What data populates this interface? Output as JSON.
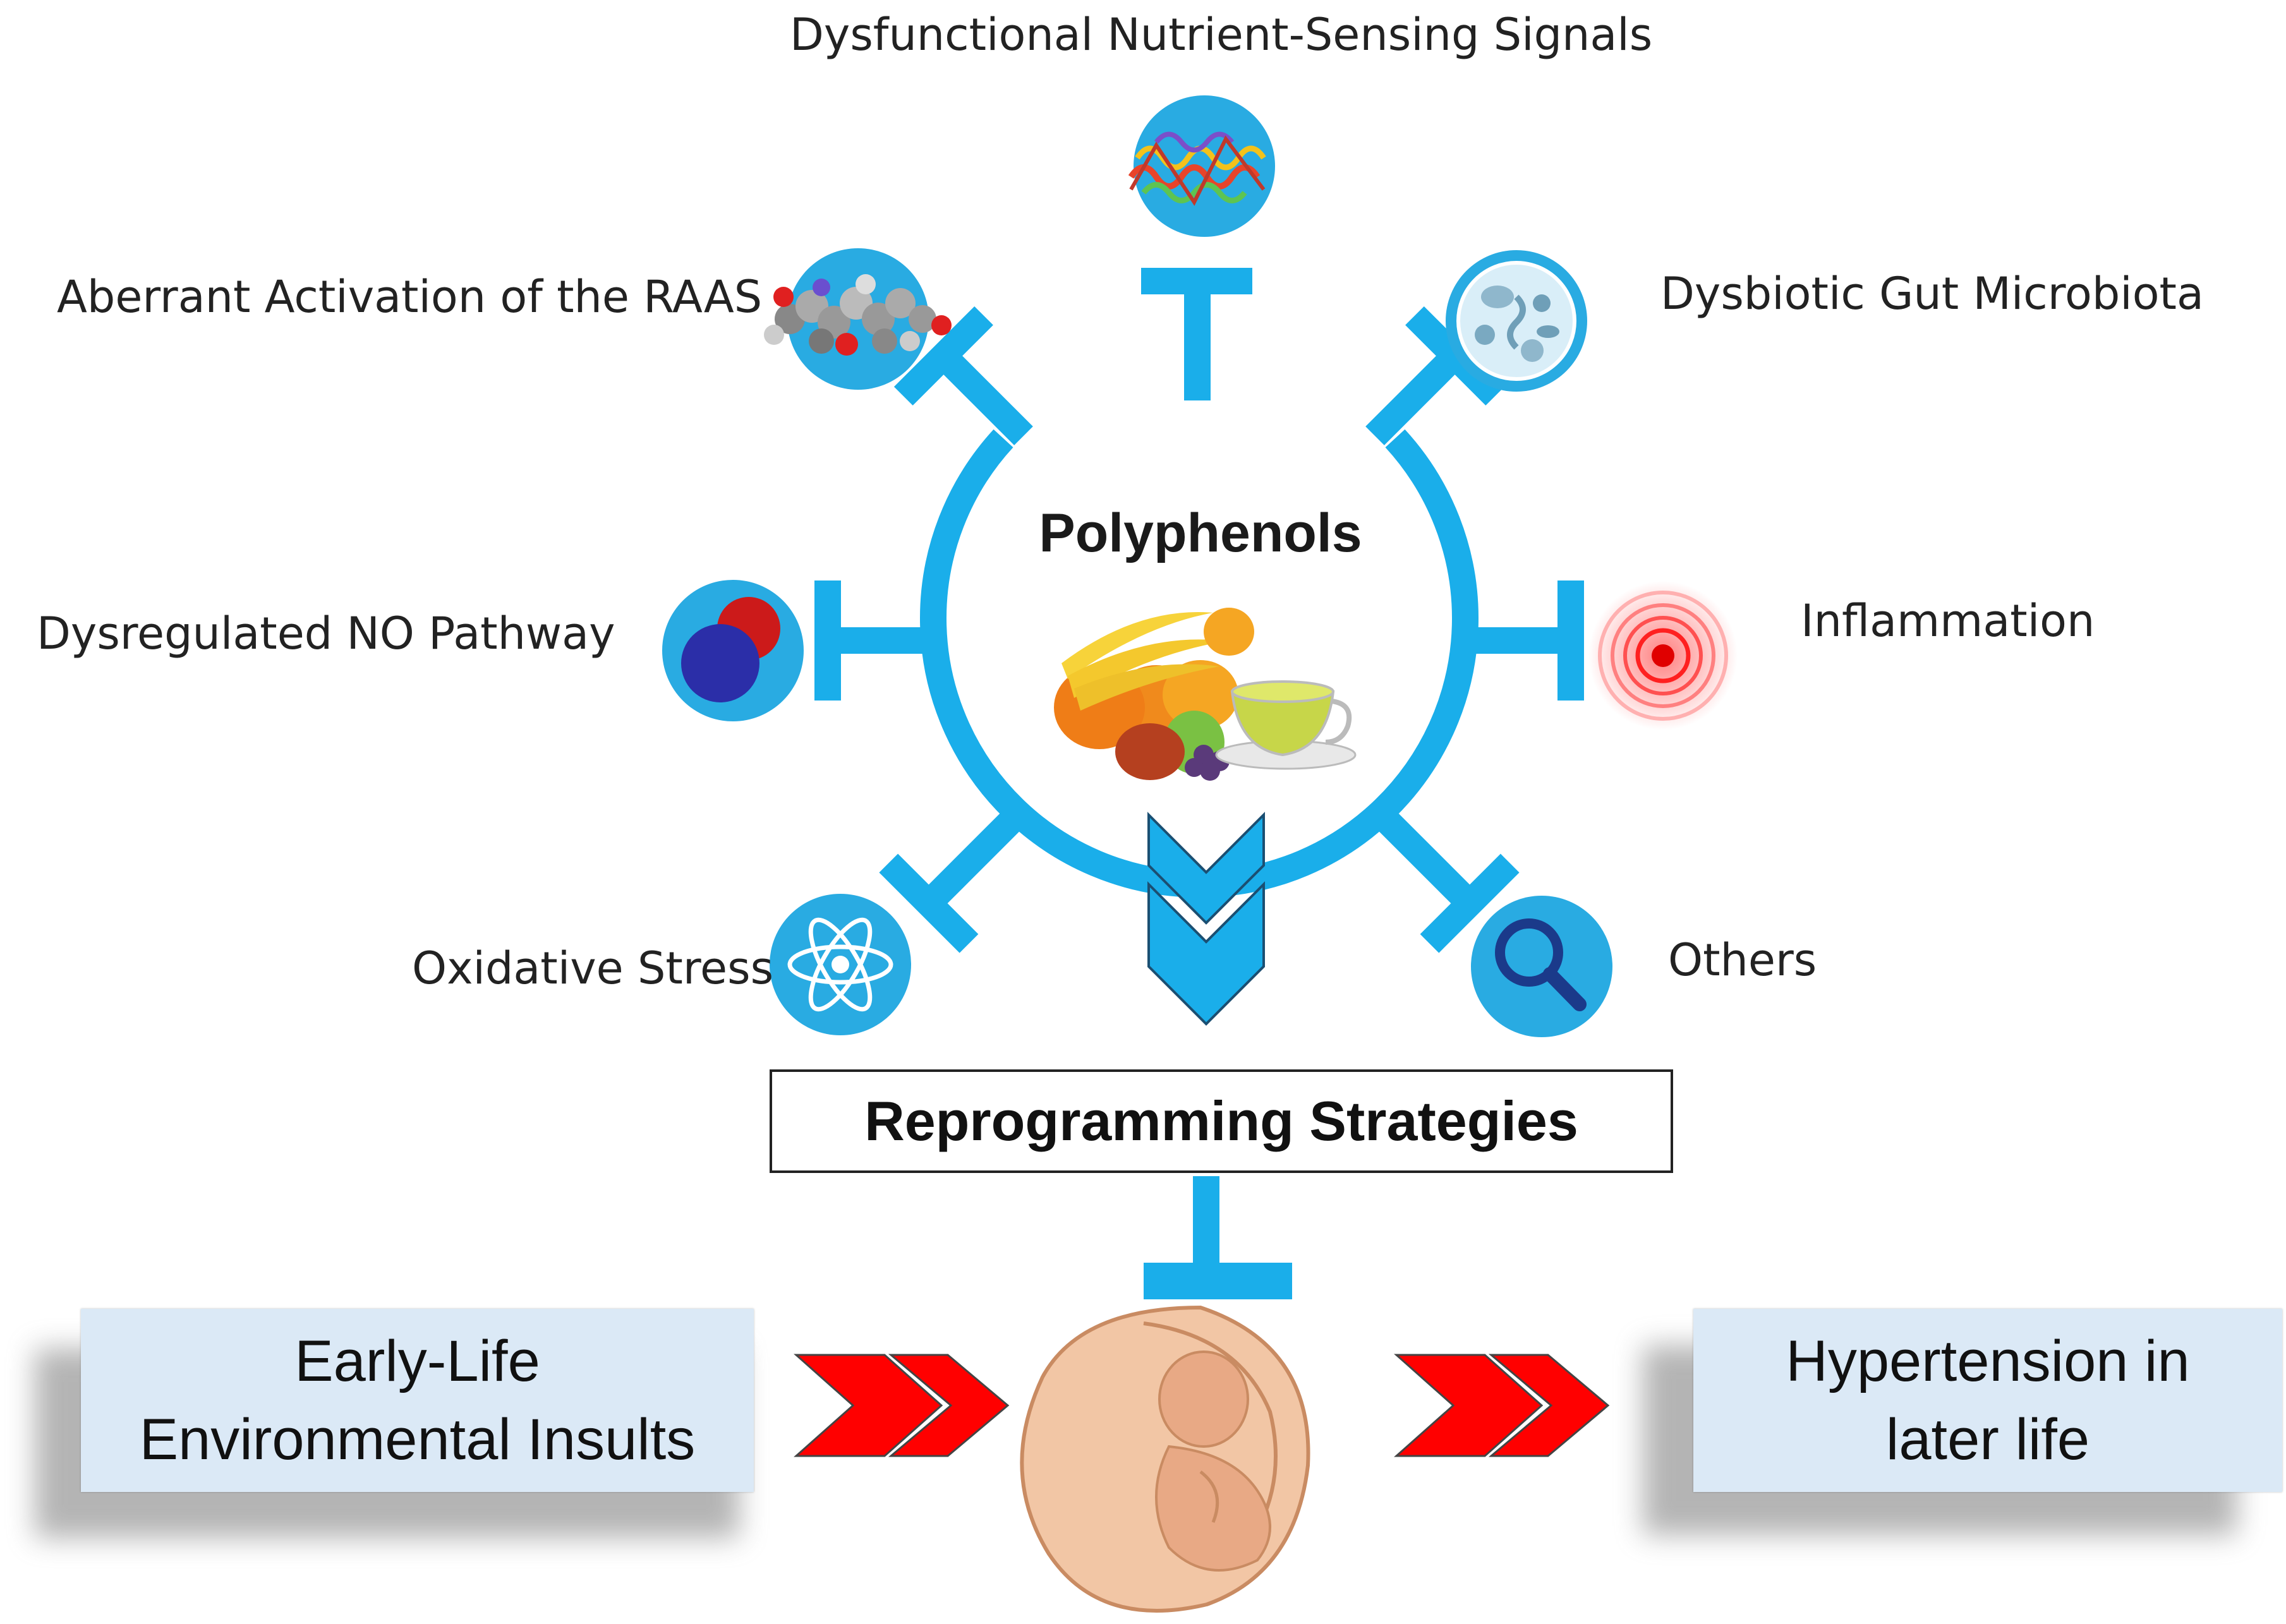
{
  "center": {
    "title": "Polyphenols"
  },
  "targets": [
    {
      "label": "Dysfunctional Nutrient-Sensing Signals",
      "icon": "protein-structure-icon"
    },
    {
      "label": "Aberrant Activation of the RAAS",
      "icon": "molecule-model-icon"
    },
    {
      "label": "Dysbiotic Gut Microbiota",
      "icon": "microbiota-petri-icon"
    },
    {
      "label": "Dysregulated NO Pathway",
      "icon": "nitric-oxide-molecule-icon"
    },
    {
      "label": "Inflammation",
      "icon": "inflammation-rings-icon"
    },
    {
      "label": "Oxidative Stress",
      "icon": "atom-icon"
    },
    {
      "label": "Others",
      "icon": "magnifier-icon"
    }
  ],
  "strategies": {
    "label": "Reprogramming Strategies"
  },
  "flow": {
    "left": "Early-Life\nEnvironmental Insults",
    "right": "Hypertension in\nlater life"
  },
  "colors": {
    "hub_blue": "#1aaeea",
    "icon_blue": "#29abe2",
    "arrow_red": "#ff0000",
    "box_fill": "#dbe9f6",
    "fetus_tan": "#e8b28f"
  }
}
